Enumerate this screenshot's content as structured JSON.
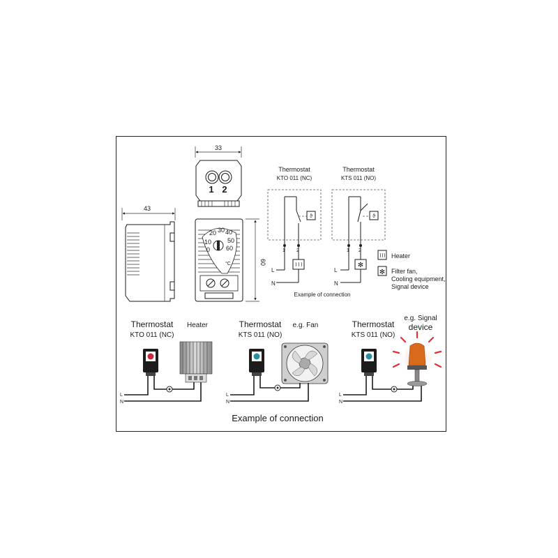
{
  "dimensions": {
    "top_width": "33",
    "side_width": "43",
    "front_height": "60"
  },
  "front_view": {
    "terminal_1": "1",
    "terminal_2": "2",
    "unit": "°C",
    "dial_numbers": [
      "20",
      "30",
      "40",
      "10",
      "50",
      "0",
      "60"
    ]
  },
  "schematic_left": {
    "title": "Thermostat",
    "model": "KTO 011 (NC)",
    "terminal_1": "1",
    "terminal_2": "2",
    "line_L": "L",
    "line_N": "N"
  },
  "schematic_right": {
    "title": "Thermostat",
    "model": "KTS 011 (NO)",
    "terminal_1": "1",
    "terminal_2": "2",
    "line_L": "L",
    "line_N": "N"
  },
  "schematic_caption": "Example of connection",
  "legend": {
    "heater": "Heater",
    "fan_line1": "Filter fan,",
    "fan_line2": "Cooling equipment,",
    "fan_line3": "Signal device"
  },
  "examples": [
    {
      "title": "Thermostat",
      "model": "KTO 011 (NC)",
      "device": "Heater",
      "line_L": "L",
      "line_N": "N"
    },
    {
      "title": "Thermostat",
      "model": "KTS 011 (NO)",
      "device": "e.g. Fan",
      "line_L": "L",
      "line_N": "N"
    },
    {
      "title": "Thermostat",
      "model": "KTS 011 (NO)",
      "device_line1": "e.g. Signal",
      "device_line2": "device",
      "line_L": "L",
      "line_N": "N"
    }
  ],
  "bottom_caption": "Example of connection",
  "colors": {
    "nc_knob": "#c8283a",
    "no_knob": "#2a8fa0",
    "signal_glow": "#e0303a",
    "signal_lamp": "#d96a1c"
  }
}
